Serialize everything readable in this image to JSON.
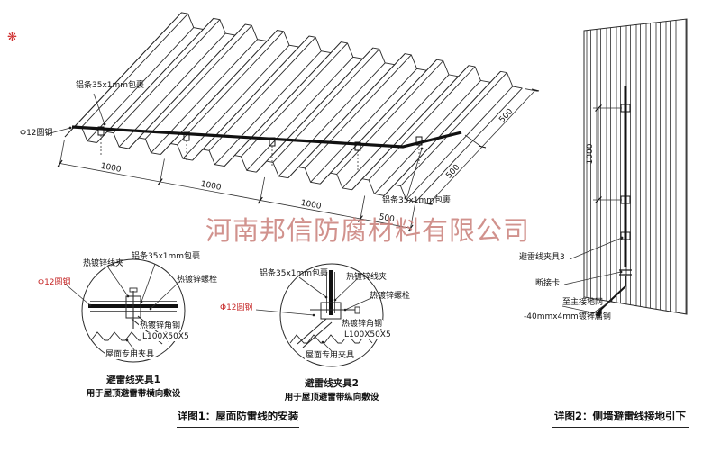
{
  "watermark": {
    "company": "河南邦信防腐材料有限公司",
    "mark": "❋"
  },
  "roof": {
    "label_alu_top": "铝条35x1mm包裹",
    "label_alu_right": "铝条35x1mm包裹",
    "label_rod": "Φ12圆钢",
    "dims_front": [
      "1000",
      "1000",
      "1000",
      "500"
    ],
    "dims_slope": [
      "500",
      "500"
    ]
  },
  "detail1": {
    "label_clip": "热镀锌线夹",
    "label_alu": "铝条35x1mm包裹",
    "label_bolt": "热镀锌螺栓",
    "label_rod": "Φ12圆钢",
    "label_angle1": "热镀锌角钢",
    "label_angle2": "L100X50X5",
    "label_fixture": "屋面专用夹具",
    "title": "避雷线夹具1",
    "subtitle": "用于屋顶避雷带横向敷设"
  },
  "detail2": {
    "label_alu": "铝条35x1mm包裹",
    "label_clip": "热镀锌线夹",
    "label_bolt": "热镀锌螺栓",
    "label_rod": "Φ12圆钢",
    "label_angle1": "热镀锌角钢",
    "label_angle2": "L100X50X5",
    "label_fixture": "屋面专用夹具",
    "title": "避雷线夹具2",
    "subtitle": "用于屋顶避雷带纵向敷设"
  },
  "wall": {
    "label_clamp": "避雷线夹具3",
    "label_disconnect": "断接卡",
    "label_ground": "至主接地网",
    "label_flat": "-40mmx4mm镀锌扁钢",
    "dim": "1000"
  },
  "captions": {
    "fig1": "详图1：屋面防雷线的安装",
    "fig2": "详图2：侧墙避雷线接地引下"
  }
}
